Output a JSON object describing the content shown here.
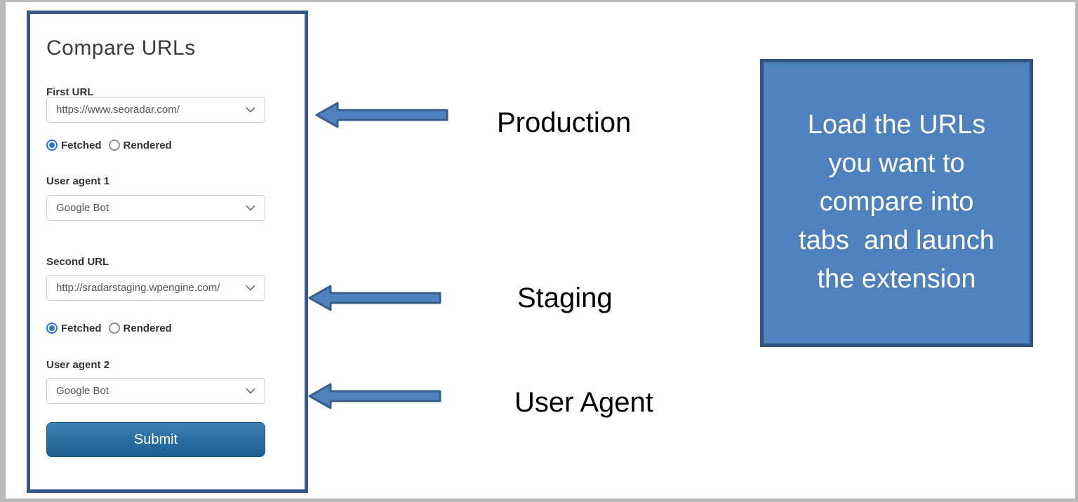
{
  "form": {
    "title": "Compare URLs",
    "first_url": {
      "label": "First URL",
      "value": "https://www.seoradar.com/"
    },
    "radio_group_1": {
      "options": [
        {
          "label": "Fetched",
          "selected": true
        },
        {
          "label": "Rendered",
          "selected": false
        }
      ]
    },
    "user_agent_1": {
      "label": "User agent 1",
      "value": "Google Bot"
    },
    "second_url": {
      "label": "Second URL",
      "value": "http://sradarstaging.wpengine.com/"
    },
    "radio_group_2": {
      "options": [
        {
          "label": "Fetched",
          "selected": true
        },
        {
          "label": "Rendered",
          "selected": false
        }
      ]
    },
    "user_agent_2": {
      "label": "User agent 2",
      "value": "Google Bot"
    },
    "submit_label": "Submit"
  },
  "annotations": {
    "arrow_labels": [
      "Production",
      "Staging",
      "User Agent"
    ]
  },
  "callout": {
    "text": "Load the URLs you want to compare into tabs  and launch the extension",
    "lines": [
      "Load the URLs",
      "you want to",
      "compare into",
      "tabs  and launch",
      "the extension"
    ]
  },
  "colors": {
    "accent_blue_fill": "#4f81bd",
    "accent_blue_line": "#385d8a",
    "panel_border": "#34598a",
    "submit_top": "#3b82b5",
    "submit_bottom": "#1e5f92",
    "radio_checked": "#2b77d4",
    "frame_gray": "#b9b9b9"
  }
}
